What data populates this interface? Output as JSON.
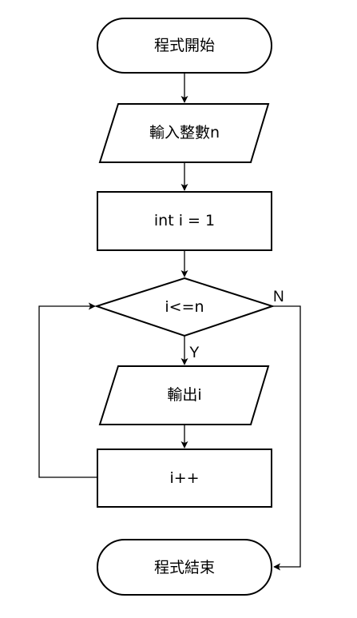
{
  "nodes": {
    "start": {
      "label": "程式開始",
      "shape": "terminator"
    },
    "input_n": {
      "label": "輸入整數n",
      "shape": "parallelogram"
    },
    "init_i": {
      "label": "int i = 1",
      "shape": "process"
    },
    "condition": {
      "label": "i<=n",
      "shape": "decision"
    },
    "output_i": {
      "label": "輸出i",
      "shape": "parallelogram"
    },
    "increment": {
      "label": "i++",
      "shape": "process"
    },
    "end": {
      "label": "程式結束",
      "shape": "terminator"
    }
  },
  "edges": {
    "yes_label": "Y",
    "no_label": "N"
  },
  "colors": {
    "stroke": "#000000",
    "fill": "#ffffff",
    "text": "#000000"
  }
}
